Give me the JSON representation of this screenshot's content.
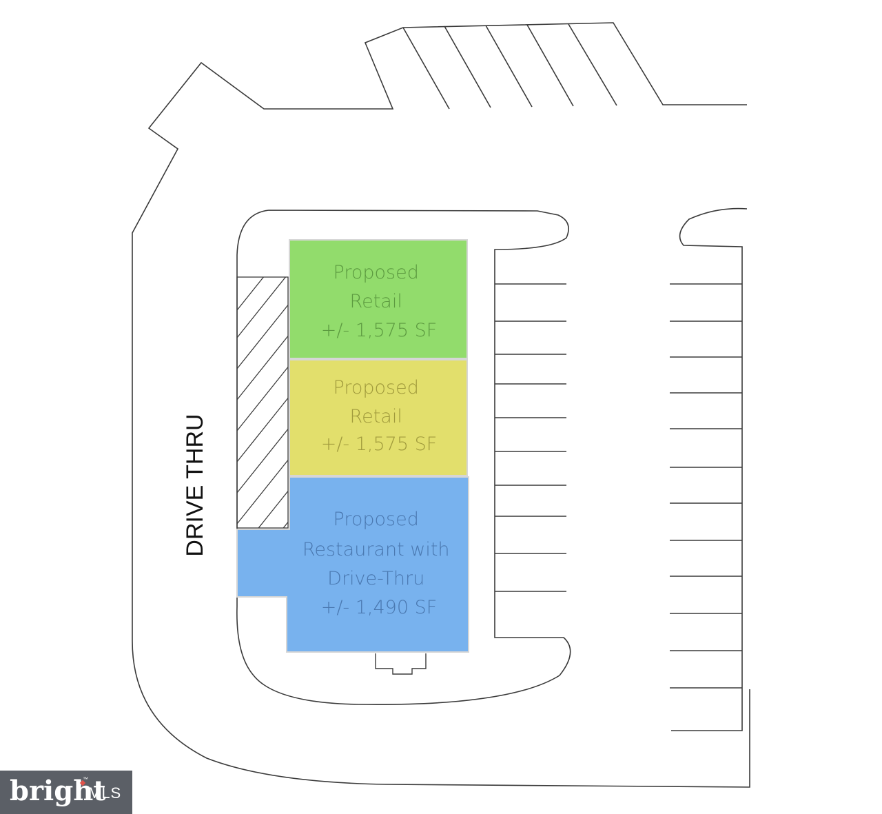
{
  "units": [
    {
      "line1": "Proposed",
      "line2": "Retail",
      "line3": "+/- 1,575 SF",
      "fill": "#92dc6c",
      "text_color": "#5c9a40"
    },
    {
      "line1": "Proposed",
      "line2": "Retail",
      "line3": "+/- 1,575 SF",
      "fill": "#e2df6c",
      "text_color": "#a09a3c"
    },
    {
      "line1": "Proposed",
      "line2": "Restaurant with",
      "line3": "Drive-Thru",
      "line4": "+/- 1,490 SF",
      "fill": "#78b2ee",
      "text_color": "#4a78b0"
    }
  ],
  "drive_thru_label": "DRIVE THRU",
  "watermark": {
    "brand": "bright",
    "suffix": "MLS",
    "tm": "™"
  },
  "colors": {
    "line": "#3a3a3a",
    "background": "#ffffff"
  }
}
